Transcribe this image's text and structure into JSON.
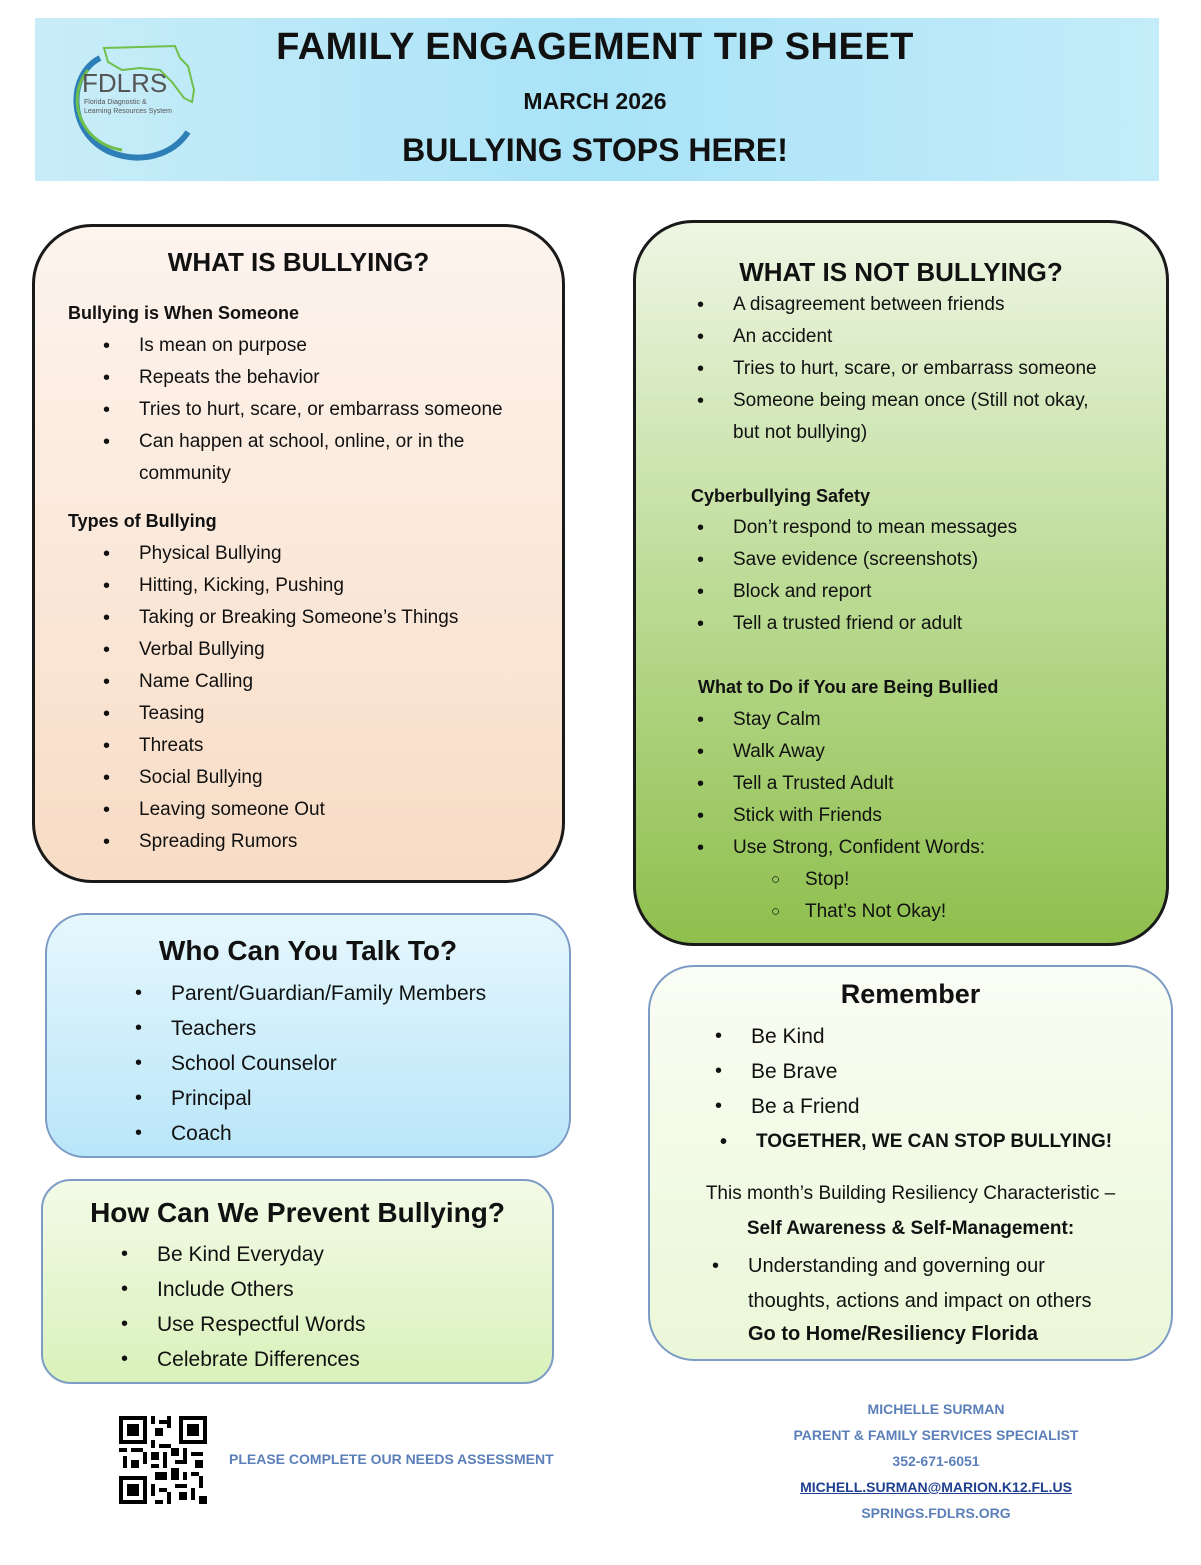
{
  "header": {
    "logo_text": "FDLRS",
    "logo_sub1": "Florida Diagnostic &",
    "logo_sub2": "Learning Resources System",
    "title": "FAMILY ENGAGEMENT TIP SHEET",
    "month": "MARCH 2026",
    "tagline": "BULLYING STOPS HERE!"
  },
  "what": {
    "title": "WHAT IS BULLYING?",
    "sub1": "Bullying is When Someone",
    "items1": [
      "Is mean on purpose",
      "Repeats the behavior",
      "Tries to hurt, scare, or embarrass someone",
      "Can happen at school, online, or in the",
      "community"
    ],
    "sub2": "Types of Bullying",
    "items2": [
      "Physical Bullying",
      "Hitting, Kicking, Pushing",
      "Taking or Breaking Someone’s Things",
      "Verbal Bullying",
      "Name Calling",
      "Teasing",
      "Threats",
      "Social Bullying",
      "Leaving someone Out",
      "Spreading Rumors"
    ]
  },
  "not": {
    "title": "WHAT IS NOT BULLYING?",
    "items1": [
      "A disagreement between friends",
      "An accident",
      "Tries to hurt, scare, or embarrass someone",
      "Someone being mean once (Still not okay,",
      "but not bullying)"
    ],
    "sub2": "Cyberbullying Safety",
    "items2": [
      "Don’t respond to mean messages",
      "Save evidence (screenshots)",
      "Block and report",
      "Tell a trusted friend or adult"
    ],
    "sub3": "What to Do if You are Being Bullied",
    "items3": [
      "Stay Calm",
      "Walk Away",
      "Tell a Trusted Adult",
      "Stick with Friends",
      "Use Strong, Confident Words:"
    ],
    "items4": [
      "Stop!",
      "That’s Not Okay!"
    ]
  },
  "talk": {
    "title": "Who Can You Talk To?",
    "items": [
      "Parent/Guardian/Family Members",
      "Teachers",
      "School Counselor",
      "Principal",
      "Coach"
    ]
  },
  "prevent": {
    "title": "How Can We Prevent Bullying?",
    "items": [
      "Be Kind Everyday",
      "Include Others",
      "Use Respectful Words",
      "Celebrate Differences"
    ]
  },
  "remember": {
    "title": "Remember",
    "items": [
      "Be Kind",
      "Be Brave",
      "Be a Friend"
    ],
    "together": "TOGETHER, WE CAN STOP BULLYING!",
    "characteristic": "This month’s Building Resiliency Characteristic –",
    "char_name": "Self Awareness & Self-Management:",
    "char_item1": "Understanding and governing our",
    "char_item2": "thoughts, actions and impact on others",
    "link": "Go to Home/Resiliency Florida"
  },
  "footer": {
    "assessment": "PLEASE COMPLETE OUR NEEDS ASSESSMENT",
    "name": "MICHELLE SURMAN",
    "role": "PARENT & FAMILY SERVICES SPECIALIST",
    "phone": "352-671-6051",
    "email": "MICHELL.SURMAN@MARION.K12.FL.US",
    "site": "SPRINGS.FDLRS.ORG"
  }
}
